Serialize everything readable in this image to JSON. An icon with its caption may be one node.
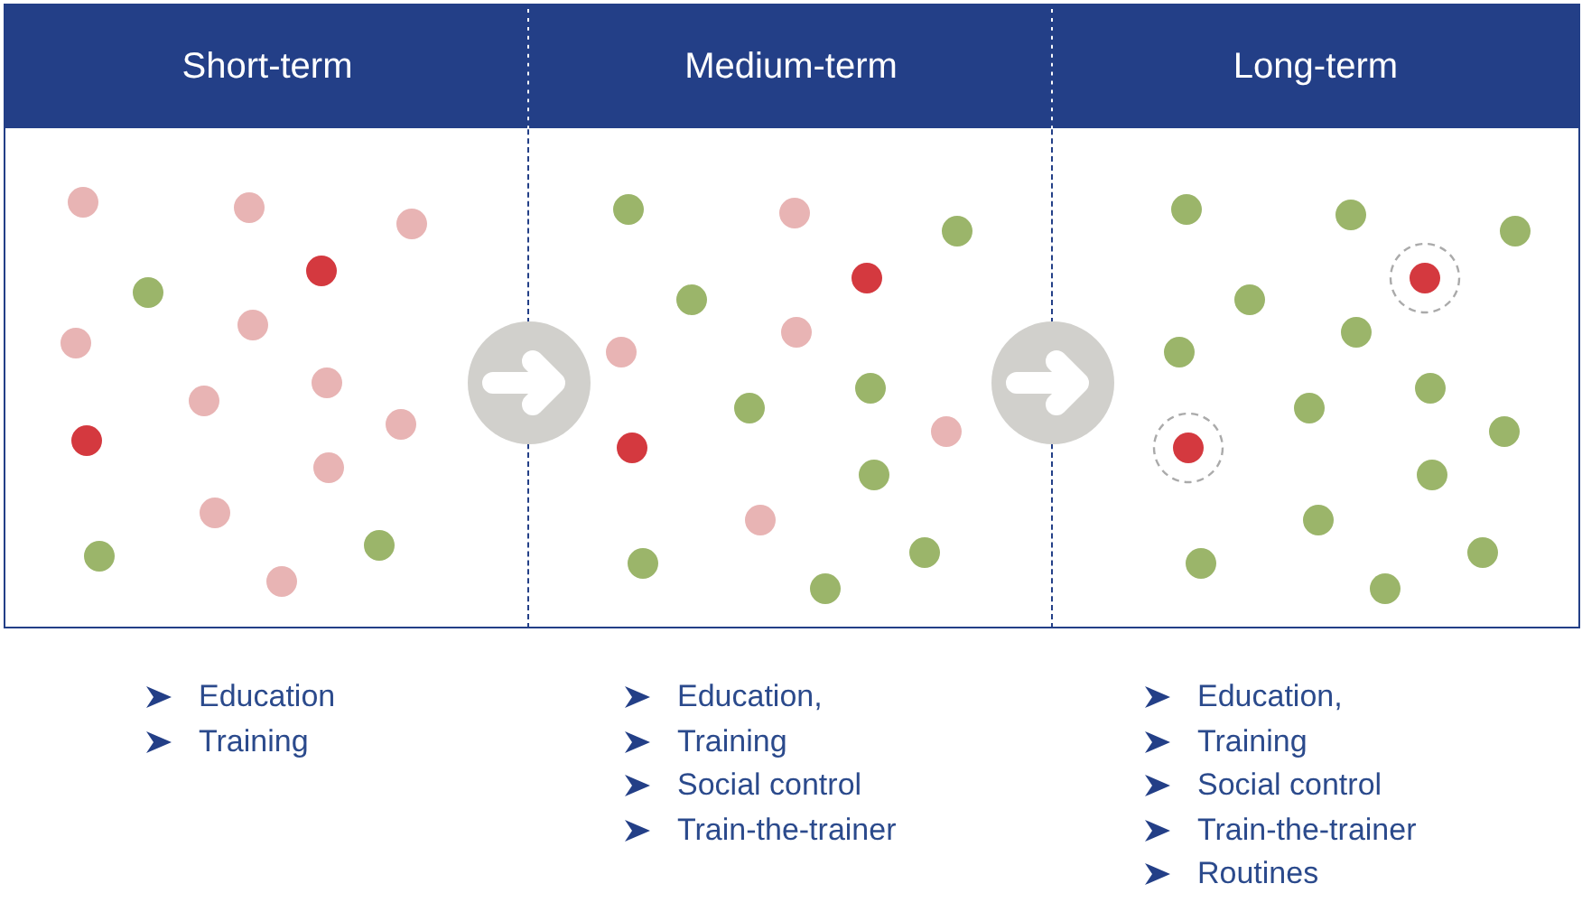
{
  "diagram": {
    "nodes": [
      {
        "text": [
          "Short-term"
        ],
        "beside": [
          "Education",
          "Training"
        ]
      },
      {
        "text": [
          "Medium-term"
        ],
        "beside": [
          "Education,",
          "Training",
          "Social control",
          "Train-the-trainer"
        ]
      },
      {
        "text": [
          "Long-term"
        ],
        "beside": [
          "Education,",
          "Training",
          "Social control",
          "Train-the-trainer",
          "Routines"
        ]
      }
    ],
    "edges": [
      {
        "from": 0,
        "to": 1,
        "arrow": "to"
      },
      {
        "from": 1,
        "to": 2,
        "arrow": "to"
      }
    ]
  }
}
